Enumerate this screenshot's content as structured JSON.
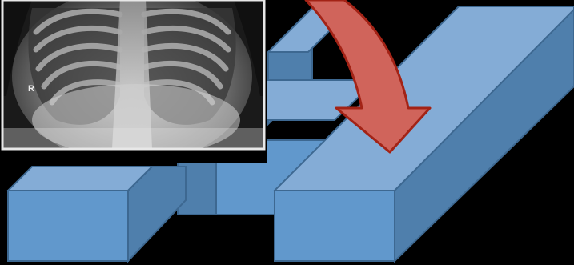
{
  "colors": {
    "background": "#000000",
    "block_face": "#6198cc",
    "block_top": "#84acd6",
    "block_side": "#4f7fac",
    "block_edge": "#3d6891",
    "arrow_fill": "#d0645b",
    "arrow_stroke": "#a32316",
    "xray_border": "#e8e8e8",
    "xray_label": "#eeeeee"
  },
  "xray": {
    "icon": "chest-xray-image",
    "side_marker": "R"
  },
  "arrow": {
    "icon": "curved-down-arrow"
  }
}
